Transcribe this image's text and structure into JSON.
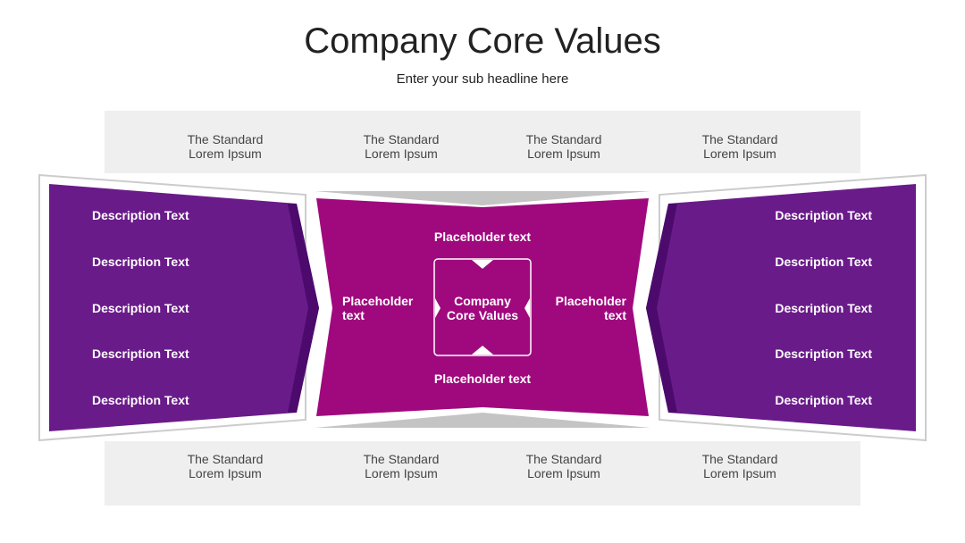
{
  "title": "Company Core Values",
  "subtitle": "Enter your sub headline here",
  "colors": {
    "side_panel": "#6a1b8a",
    "side_panel_dark": "#4a0a6a",
    "center_panel": "#a0097e",
    "band": "#efefef",
    "frame": "#cccccc"
  },
  "top_labels": [
    {
      "line1": "The Standard",
      "line2": "Lorem Ipsum"
    },
    {
      "line1": "The Standard",
      "line2": "Lorem Ipsum"
    },
    {
      "line1": "The Standard",
      "line2": "Lorem Ipsum"
    },
    {
      "line1": "The Standard",
      "line2": "Lorem Ipsum"
    }
  ],
  "bottom_labels": [
    {
      "line1": "The Standard",
      "line2": "Lorem Ipsum"
    },
    {
      "line1": "The Standard",
      "line2": "Lorem Ipsum"
    },
    {
      "line1": "The Standard",
      "line2": "Lorem Ipsum"
    },
    {
      "line1": "The Standard",
      "line2": "Lorem Ipsum"
    }
  ],
  "left_descriptions": [
    "Description Text",
    "Description Text",
    "Description Text",
    "Description Text",
    "Description Text"
  ],
  "right_descriptions": [
    "Description Text",
    "Description Text",
    "Description Text",
    "Description Text",
    "Description Text"
  ],
  "center": {
    "top": "Placeholder text",
    "bottom": "Placeholder text",
    "left_line1": "Placeholder",
    "left_line2": "text",
    "right_line1": "Placeholder",
    "right_line2": "text",
    "core_line1": "Company",
    "core_line2": "Core Values"
  }
}
